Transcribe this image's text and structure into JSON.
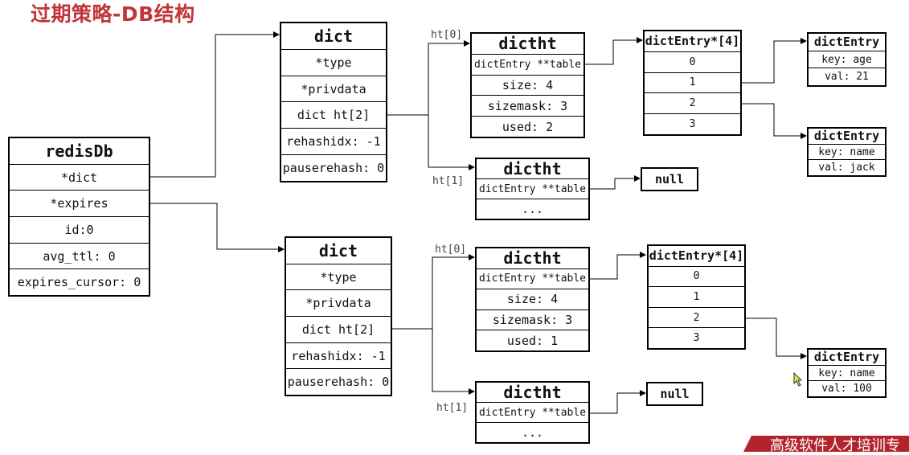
{
  "title": "过期策略-DB结构",
  "redisDb": {
    "header": "redisDb",
    "fields": [
      "*dict",
      "*expires",
      "id:0",
      "avg_ttl: 0",
      "expires_cursor: 0"
    ]
  },
  "dicts": [
    {
      "header": "dict",
      "fields": [
        "*type",
        "*privdata",
        "dict ht[2]",
        "rehashidx: -1",
        "pauserehash: 0"
      ],
      "ht0": {
        "label": "ht[0]",
        "header": "dictht",
        "fields": [
          "dictEntry **table",
          "size: 4",
          "sizemask: 3",
          "used: 2"
        ]
      },
      "ht1": {
        "label": "ht[1]",
        "header": "dictht",
        "fields": [
          "dictEntry **table",
          "..."
        ],
        "null": "null"
      },
      "table": {
        "header": "dictEntry*[4]",
        "slots": [
          "0",
          "1",
          "2",
          "3"
        ]
      },
      "entries": [
        {
          "header": "dictEntry",
          "key": "key: age",
          "val": "val: 21"
        },
        {
          "header": "dictEntry",
          "key": "key: name",
          "val": "val: jack"
        }
      ]
    },
    {
      "header": "dict",
      "fields": [
        "*type",
        "*privdata",
        "dict ht[2]",
        "rehashidx: -1",
        "pauserehash: 0"
      ],
      "ht0": {
        "label": "ht[0]",
        "header": "dictht",
        "fields": [
          "dictEntry **table",
          "size: 4",
          "sizemask: 3",
          "used: 1"
        ]
      },
      "ht1": {
        "label": "ht[1]",
        "header": "dictht",
        "fields": [
          "dictEntry **table",
          "..."
        ],
        "null": "null"
      },
      "table": {
        "header": "dictEntry*[4]",
        "slots": [
          "0",
          "1",
          "2",
          "3"
        ]
      },
      "entries": [
        {
          "header": "dictEntry",
          "key": "key: name",
          "val": "val: 100"
        }
      ]
    }
  ],
  "footer": {
    "text": "高级软件人才培训专",
    "color": "#b3232b"
  },
  "colors": {
    "title": "#c0353a",
    "line": "#000000"
  }
}
